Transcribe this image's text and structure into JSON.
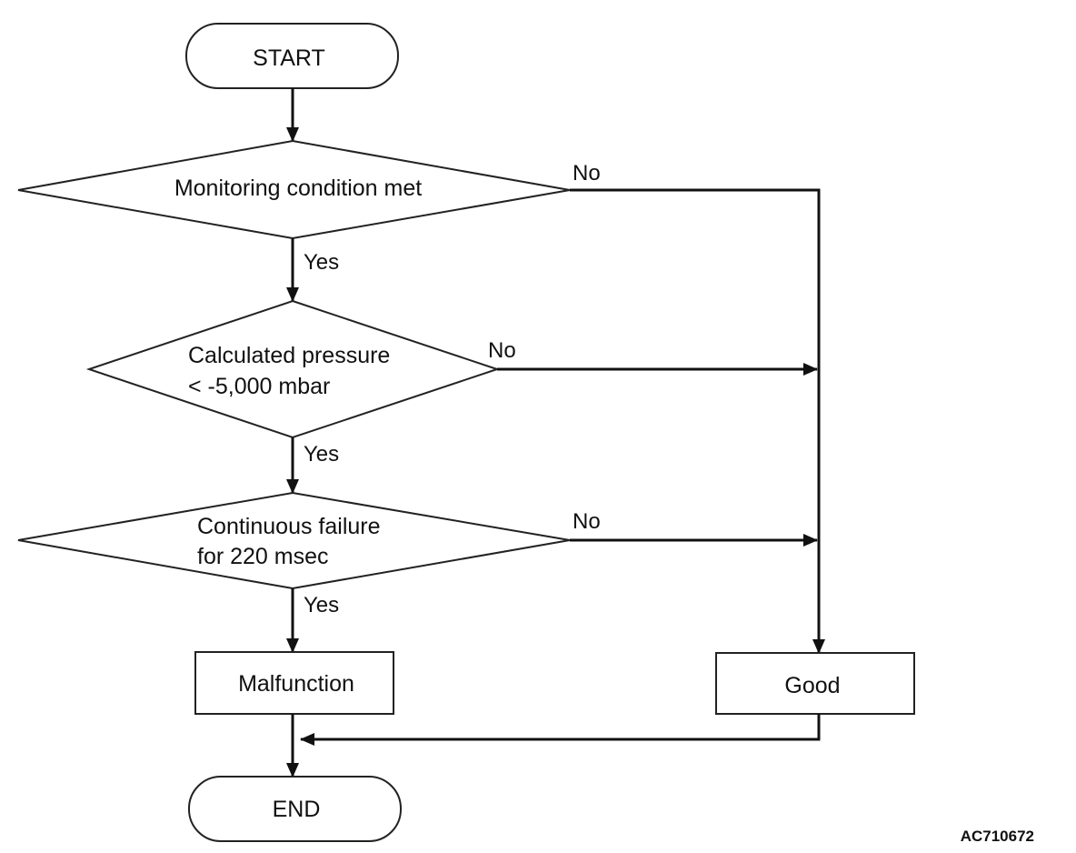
{
  "flowchart": {
    "start": "START",
    "end": "END",
    "decisions": [
      {
        "lines": [
          "Monitoring condition met"
        ]
      },
      {
        "lines": [
          "Calculated pressure",
          "< -5,000 mbar"
        ]
      },
      {
        "lines": [
          "Continuous failure",
          "for 220 msec"
        ]
      }
    ],
    "outcomes": {
      "malfunction": "Malfunction",
      "good": "Good"
    },
    "branch_labels": {
      "yes": "Yes",
      "no": "No"
    }
  },
  "figure_code": "AC710672"
}
